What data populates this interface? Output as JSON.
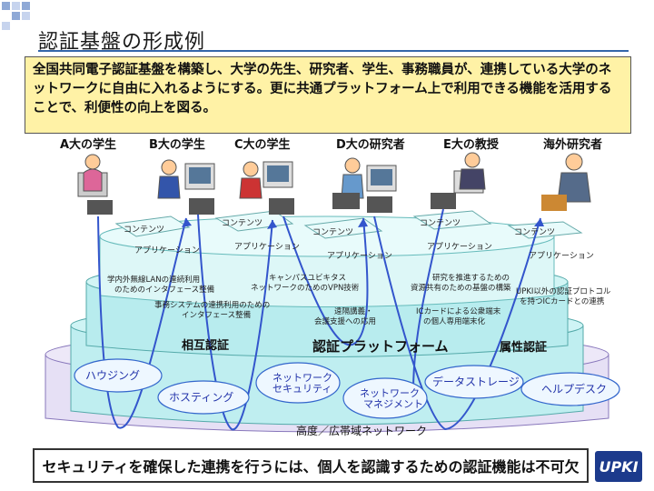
{
  "page": {
    "title": "認証基盤の形成例",
    "intro": "全国共同電子認証基盤を構築し、大学の先生、研究者、学生、事務職員が、連携している大学のネットワークに自由に入れるようにする。更に共通プラットフォーム上で利用できる機能を活用することで、利便性の向上を図る。",
    "bottom_message": "セキュリティを確保した連携を行うには、個人を認識するための認証機能は不可欠",
    "logo_text": "UPKI"
  },
  "users": [
    {
      "label": "A大の学生"
    },
    {
      "label": "B大の学生"
    },
    {
      "label": "C大の学生"
    },
    {
      "label": "D大の研究者"
    },
    {
      "label": "E大の教授"
    },
    {
      "label": "海外研究者"
    }
  ],
  "content_label": "コンテンツ",
  "application_label": "アプリケーション",
  "features": [
    "学内外無線LANの連続利用",
    "のためのインタフェース整備",
    "キャンパスユビキタス",
    "ネットワークのためのVPN技術",
    "事務システムの連携利用のための",
    "インタフェース整備",
    "遠隔講義・",
    "会議支援への応用",
    "研究を推進するための",
    "資源共有のための基盤の構築",
    "UPKI以外の認証プロトコル",
    "を持つICカードとの連携",
    "ICカードによる公衆端末",
    "の個人専用端末化"
  ],
  "platform": {
    "mutual_auth": "相互認証",
    "auth_platform": "認証プラットフォーム",
    "attr_auth": "属性認証"
  },
  "services": [
    {
      "label": "ハウジング"
    },
    {
      "label": "ホスティング"
    },
    {
      "label": "ネットワーク\nセキュリティ"
    },
    {
      "label": "ネットワーク\nマネジメント"
    },
    {
      "label": "データストレージ"
    },
    {
      "label": "ヘルプデスク"
    }
  ],
  "network": "高度／広帯域ネットワーク",
  "colors": {
    "layer_cyan": "#bfeef0",
    "layer_lavender": "#e6e0f5",
    "arrow_blue": "#3355cc",
    "cloud_fill": "#eef7ff",
    "cloud_stroke": "#3366cc",
    "service_text": "#2233aa",
    "intro_bg": "#fff2a6"
  }
}
